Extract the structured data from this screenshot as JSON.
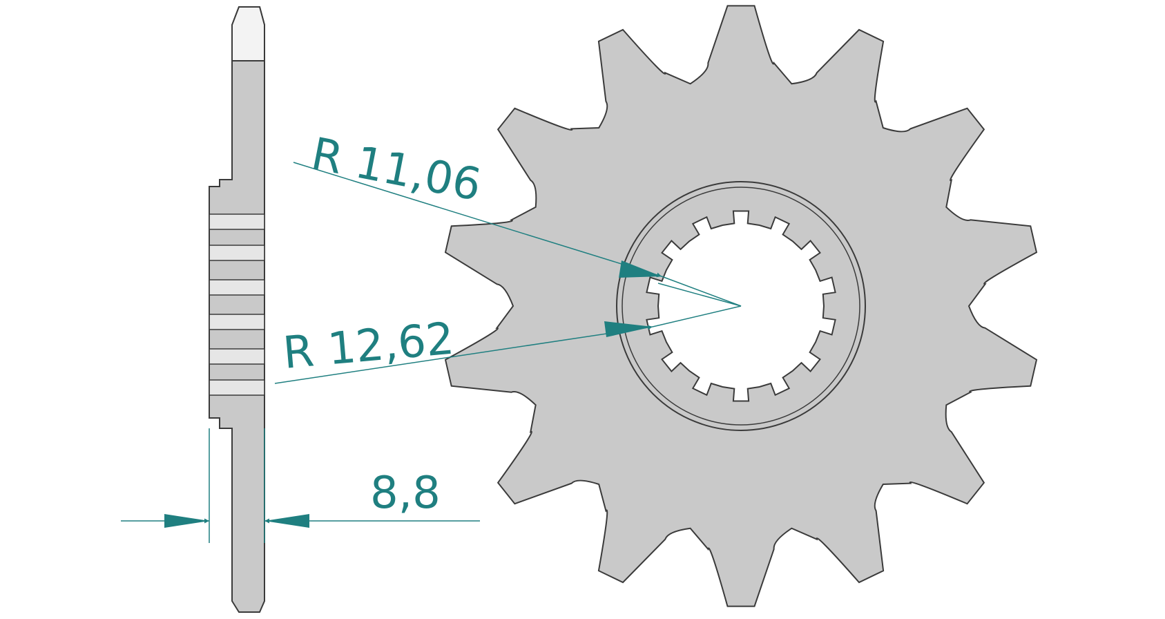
{
  "colors": {
    "background": "#ffffff",
    "part_fill": "#c9c9c9",
    "part_stroke": "#3a3a3a",
    "dimension": "#1f7f80"
  },
  "labels": {
    "bore_radius": "R  11,06",
    "spline_radius": "R  12,62",
    "thickness": "8,8"
  },
  "sprocket": {
    "outer_teeth": 14,
    "inner_splines": 14
  }
}
